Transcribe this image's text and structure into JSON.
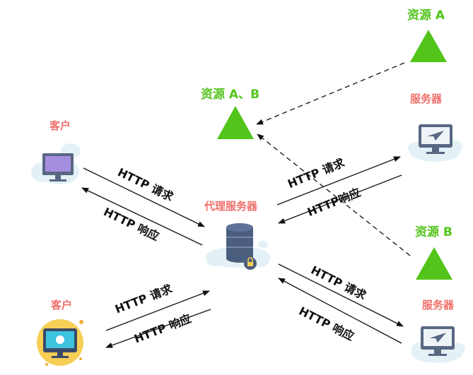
{
  "labels": {
    "client_top": "客户",
    "client_bottom": "客户",
    "proxy": "代理服务器",
    "server_top": "服务器",
    "server_bottom": "服务器",
    "resource_a": "资源 A",
    "resource_ab": "资源 A、B",
    "resource_b": "资源 B"
  },
  "messages": {
    "request": "HTTP 请求",
    "response": "HTTP 响应",
    "response_tight": "HTTP响应"
  },
  "colors": {
    "label_red": "#ef6f6a",
    "resource_green": "#52c41a",
    "cloud": "#e3f1f6",
    "server_db": "#4c5e7e"
  }
}
